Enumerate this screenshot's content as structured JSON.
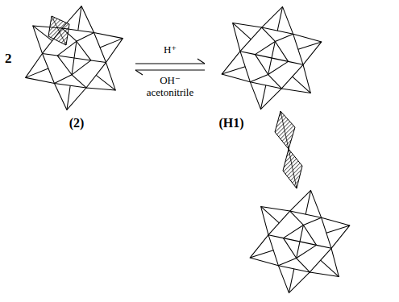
{
  "diagram": {
    "labels": [
      "2",
      "(2)",
      "H⁺",
      "OH⁻",
      "acetonitrile",
      "(H1)"
    ]
  }
}
